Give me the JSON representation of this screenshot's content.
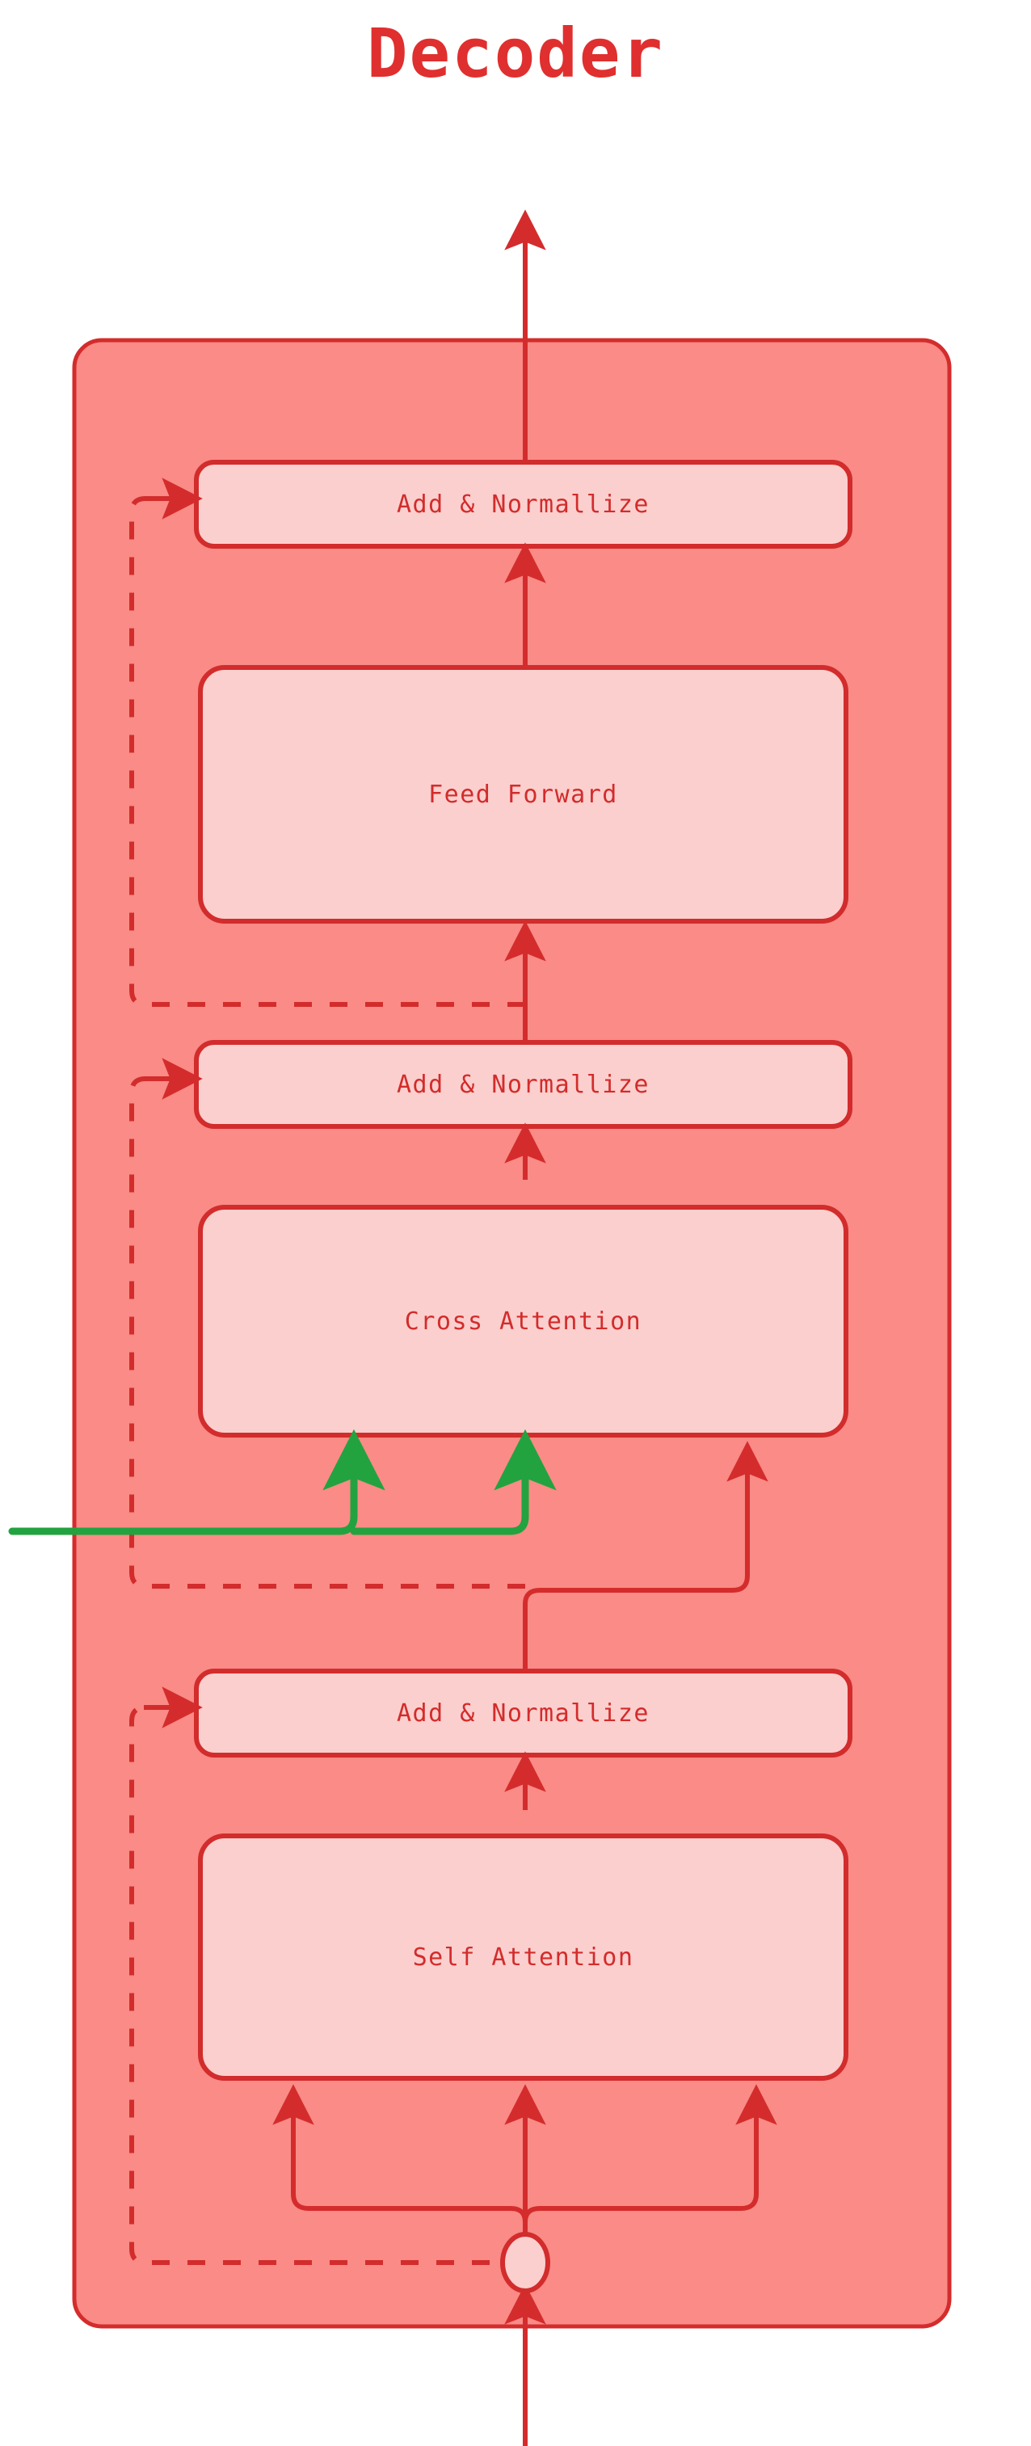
{
  "title": "Decoder",
  "theme": {
    "background": "#ffffff",
    "outer_fill": "#fa8b87",
    "outer_stroke": "#d42c2c",
    "box_fill": "#fbcfcd",
    "box_stroke": "#d22c2c",
    "text_color": "#d22c2c",
    "title_color": "#e02f2f",
    "arrow_red": "#d42c2c",
    "arrow_green": "#22a33f",
    "circle_fill": "#fbcfcd"
  },
  "blocks": [
    {
      "id": "add-norm-top",
      "label": "Add & Normallize"
    },
    {
      "id": "feed-forward",
      "label": "Feed Forward"
    },
    {
      "id": "add-norm-middle",
      "label": "Add & Normallize"
    },
    {
      "id": "cross-attention",
      "label": "Cross Attention"
    },
    {
      "id": "add-norm-bottom",
      "label": "Add & Normallize"
    },
    {
      "id": "self-attention",
      "label": "Self Attention"
    }
  ],
  "connectors": {
    "output_arrow": "decoder-output-arrow",
    "input_arrow": "decoder-input-arrow",
    "encoder_input": "encoder-output-green-line",
    "residual_top": "residual-skip-feed-forward",
    "residual_middle": "residual-skip-cross-attention",
    "residual_bottom": "residual-skip-self-attention",
    "node": "positional-embedding-node"
  }
}
